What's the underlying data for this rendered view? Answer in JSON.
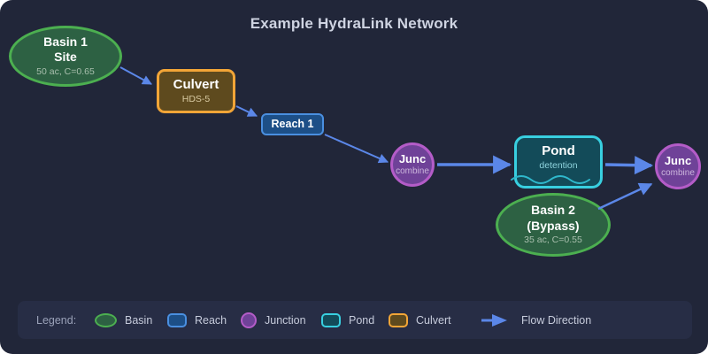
{
  "title": "Example HydraLink Network",
  "nodes": {
    "basin1": {
      "line1": "Basin 1",
      "line2": "Site",
      "meta": "50 ac, C=0.65",
      "type": "basin"
    },
    "culvert": {
      "line1": "Culvert",
      "meta": "HDS-5",
      "type": "culvert"
    },
    "reach1": {
      "line1": "Reach 1",
      "type": "reach"
    },
    "junc1": {
      "line1": "Junc",
      "meta": "combine",
      "type": "junction"
    },
    "pond": {
      "line1": "Pond",
      "meta": "detention",
      "type": "pond"
    },
    "junc2": {
      "line1": "Junc",
      "meta": "combine",
      "type": "junction"
    },
    "basin2": {
      "line1": "Basin 2",
      "line2": "(Bypass)",
      "meta": "35 ac, C=0.55",
      "type": "basin"
    }
  },
  "edges": [
    {
      "from": "basin1",
      "to": "culvert",
      "weight": "thin"
    },
    {
      "from": "culvert",
      "to": "reach1",
      "weight": "thin"
    },
    {
      "from": "reach1",
      "to": "junc1",
      "weight": "thin"
    },
    {
      "from": "junc1",
      "to": "pond",
      "weight": "thick"
    },
    {
      "from": "pond",
      "to": "junc2",
      "weight": "thick"
    },
    {
      "from": "basin2",
      "to": "junc2",
      "weight": "medium"
    }
  ],
  "legend": {
    "label": "Legend:",
    "items": [
      {
        "label": "Basin"
      },
      {
        "label": "Reach"
      },
      {
        "label": "Junction"
      },
      {
        "label": "Pond"
      },
      {
        "label": "Culvert"
      },
      {
        "label": "Flow Direction"
      }
    ]
  },
  "colors": {
    "background": "#212639",
    "legend_panel": "#272d45",
    "title_text": "#cfd4e2",
    "basin_fill": "#2d6143",
    "basin_stroke": "#4caf50",
    "culvert_fill": "#5e4a1e",
    "culvert_stroke": "#f2a537",
    "reach_fill": "#1d4f87",
    "reach_stroke": "#4a8fe0",
    "junction_fill": "#6f4298",
    "junction_stroke": "#b45cc8",
    "pond_fill": "#134b59",
    "pond_stroke": "#38cfe0",
    "arrow": "#5b87e8"
  }
}
